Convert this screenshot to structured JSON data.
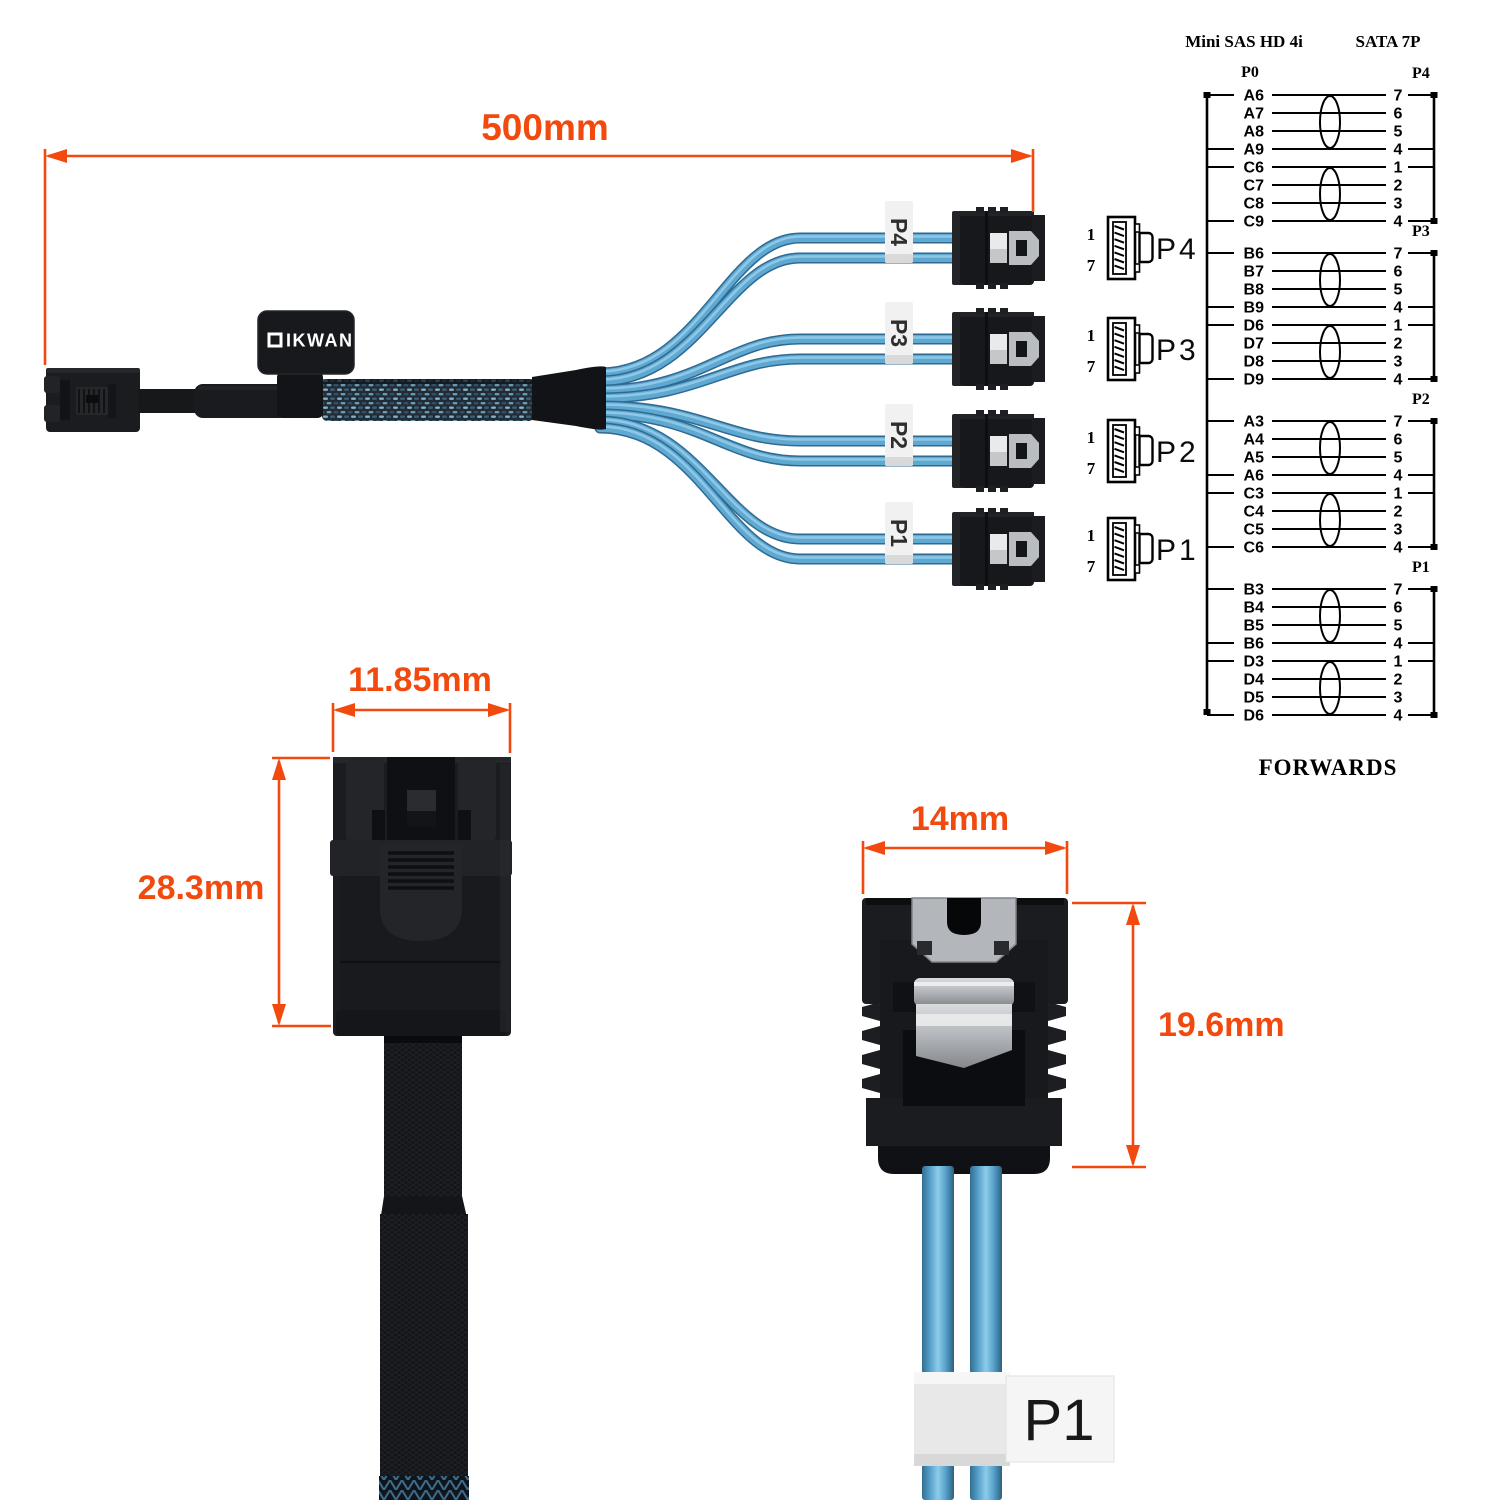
{
  "brand": {
    "label": "OIKWAN",
    "suffix_after_square": "IKWAN"
  },
  "accent_color": "#f2490f",
  "cable_blue": "#5fa8d1",
  "dimensions": {
    "cable_length": "500mm",
    "minisas_width": "11.85mm",
    "minisas_height": "28.3mm",
    "sata_width": "14mm",
    "sata_height": "19.6mm"
  },
  "ports": [
    {
      "name": "P4",
      "pin_first": "1",
      "pin_last": "7"
    },
    {
      "name": "P3",
      "pin_first": "1",
      "pin_last": "7"
    },
    {
      "name": "P2",
      "pin_first": "1",
      "pin_last": "7"
    },
    {
      "name": "P1",
      "pin_first": "1",
      "pin_last": "7"
    }
  ],
  "closeup": {
    "label": "P1"
  },
  "pinout": {
    "title_left": "Mini SAS HD 4i",
    "title_right": "SATA 7P",
    "left_column_port": "P0",
    "footer": "FORWARDS",
    "groups": [
      {
        "port": "P4",
        "sas_pins": [
          "A6",
          "A7",
          "A8",
          "A9",
          "C6",
          "C7",
          "C8",
          "C9"
        ],
        "sata_pins": [
          "7",
          "6",
          "5",
          "4",
          "1",
          "2",
          "3",
          "4"
        ]
      },
      {
        "port": "P3",
        "sas_pins": [
          "B6",
          "B7",
          "B8",
          "B9",
          "D6",
          "D7",
          "D8",
          "D9"
        ],
        "sata_pins": [
          "7",
          "6",
          "5",
          "4",
          "1",
          "2",
          "3",
          "4"
        ]
      },
      {
        "port": "P2",
        "sas_pins": [
          "A3",
          "A4",
          "A5",
          "A6",
          "C3",
          "C4",
          "C5",
          "C6"
        ],
        "sata_pins": [
          "7",
          "6",
          "5",
          "4",
          "1",
          "2",
          "3",
          "4"
        ]
      },
      {
        "port": "P1",
        "sas_pins": [
          "B3",
          "B4",
          "B5",
          "B6",
          "D3",
          "D4",
          "D5",
          "D6"
        ],
        "sata_pins": [
          "7",
          "6",
          "5",
          "4",
          "1",
          "2",
          "3",
          "4"
        ]
      }
    ]
  }
}
